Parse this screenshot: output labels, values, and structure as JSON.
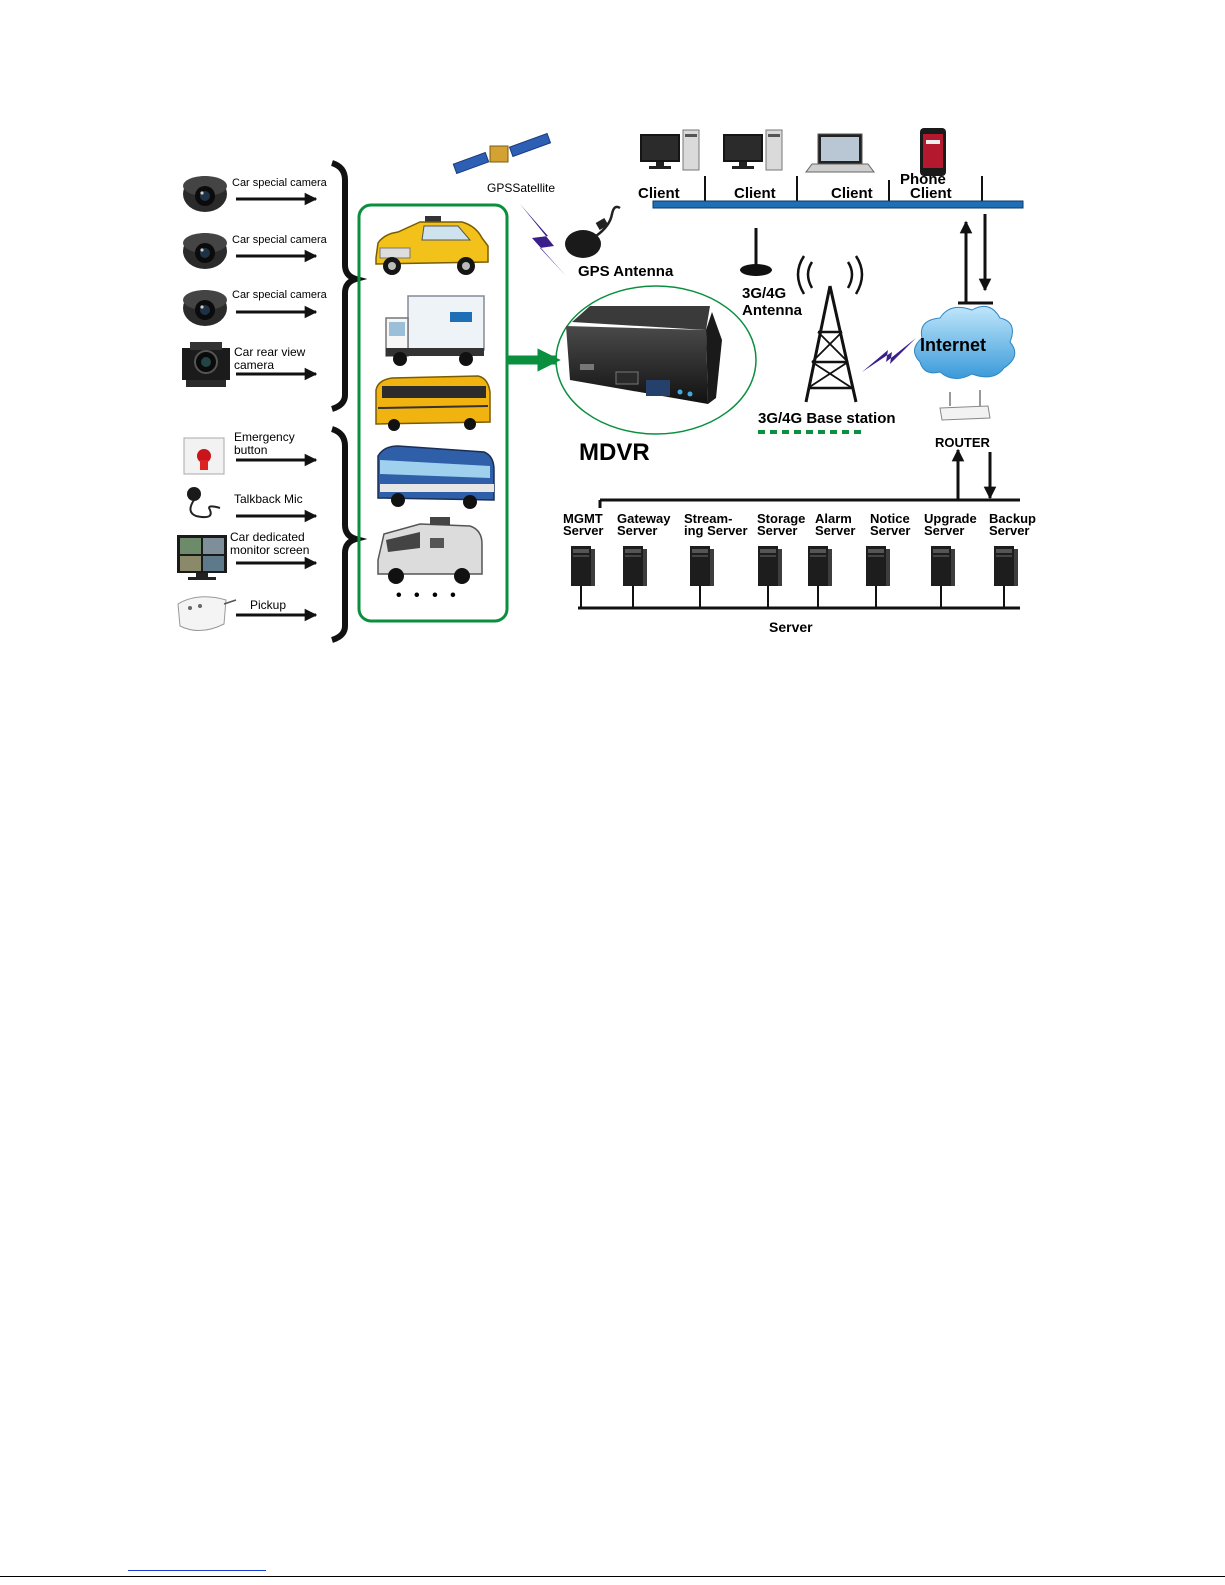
{
  "colors": {
    "accent_green": "#0a8f3f",
    "network_bar": "#1f6fb7",
    "bolt_purple": "#3a1f8a",
    "cloud_blue": "#5fb6e6",
    "taxi_yellow": "#f2c21a"
  },
  "inputs": {
    "camera1": "Car special camera",
    "camera2": "Car special camera",
    "camera3": "Car special camera",
    "rear_camera_line1": "Car rear view",
    "rear_camera_line2": "camera",
    "emergency_line1": "Emergency",
    "emergency_line2": "button",
    "talkback": "Talkback Mic",
    "monitor_line1": "Car dedicated",
    "monitor_line2": "monitor screen",
    "pickup": "Pickup"
  },
  "vehicles": {
    "more": "• • • •"
  },
  "center": {
    "gps_satellite": "GPSSatellite",
    "gps_antenna": "GPS Antenna",
    "mdvr": "MDVR",
    "antenna_line1": "3G/4G",
    "antenna_line2": "Antenna",
    "base_station": "3G/4G  Base station"
  },
  "clients": {
    "c1": "Client",
    "c2": "Client",
    "c3": "Client",
    "phone_line1": "Phone",
    "phone_line2": "Client"
  },
  "network": {
    "internet": "Internet",
    "router": "ROUTER",
    "server_bus": "Server"
  },
  "servers": [
    {
      "line1": "MGMT",
      "line2": "Server"
    },
    {
      "line1": "Gateway",
      "line2": "Server"
    },
    {
      "line1": "Stream-",
      "line2": "ing Server"
    },
    {
      "line1": "Storage",
      "line2": "Server"
    },
    {
      "line1": "Alarm",
      "line2": "Server"
    },
    {
      "line1": "Notice",
      "line2": "Server"
    },
    {
      "line1": "Upgrade",
      "line2": "Server"
    },
    {
      "line1": "Backup",
      "line2": "Server"
    }
  ],
  "icons": [
    "dome-camera-icon",
    "rear-camera-icon",
    "emergency-button-icon",
    "microphone-icon",
    "monitor-icon",
    "pickup-icon",
    "taxi-icon",
    "truck-icon",
    "school-bus-icon",
    "coach-bus-icon",
    "armored-van-icon",
    "satellite-icon",
    "gps-antenna-icon",
    "mdvr-device-icon",
    "antenna-icon",
    "tower-icon",
    "desktop-pc-icon",
    "laptop-icon",
    "phone-icon",
    "cloud-icon",
    "router-icon",
    "server-tower-icon"
  ]
}
